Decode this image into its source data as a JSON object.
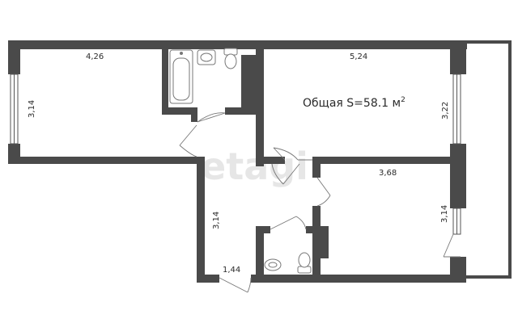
{
  "plan": {
    "total_area_prefix": "Общая S=58.1 м",
    "total_area_sup": "2",
    "watermark": "etagi",
    "dimensions": {
      "room1_width": "4,26",
      "room1_depth": "3,14",
      "room2_width": "5,24",
      "room2_depth": "3,22",
      "room3_width": "3,68",
      "room3_depth": "3,14",
      "hall_depth": "3,14",
      "hall_width": "1,44"
    }
  }
}
